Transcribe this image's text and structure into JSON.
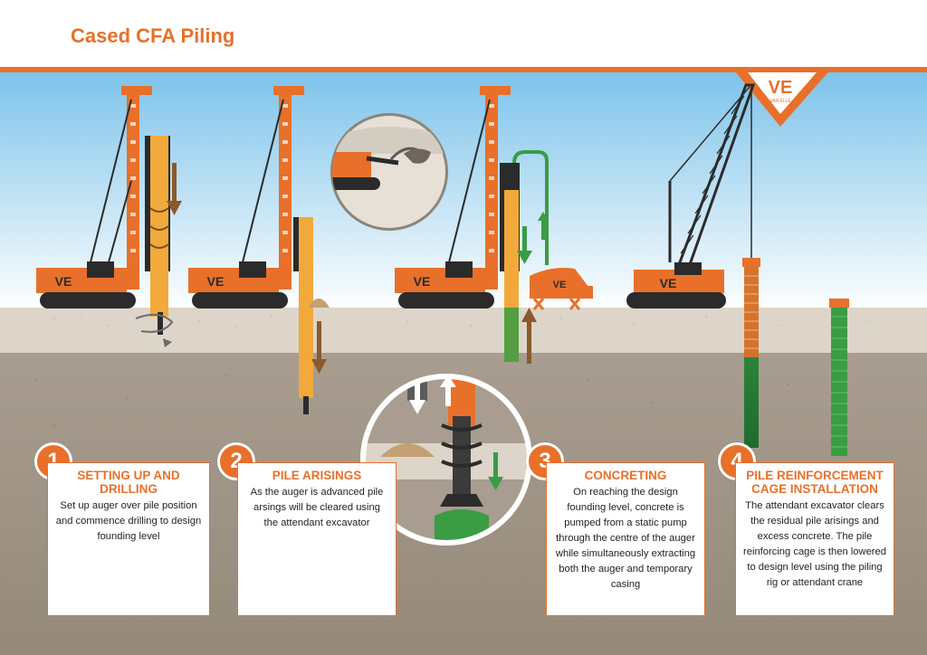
{
  "header": {
    "title": "Cased CFA Piling",
    "logo_text": "VAN ELLE"
  },
  "colors": {
    "brand_orange": "#e8702a",
    "sky_top": "#7cc3ea",
    "sky_bottom": "#ffffff",
    "ground_light": "#dcd3c7",
    "ground_dark": "#a5998b",
    "concrete_green": "#3a9c43",
    "arrow_brown": "#8a5a2b",
    "machine_dark": "#2b2b2b"
  },
  "icons": {
    "downward_arrow": "arrow-down-icon",
    "upward_arrow": "arrow-up-icon",
    "rotation": "rotation-icon",
    "brand_logo": "van-elle-logo"
  },
  "steps": [
    {
      "number": "1",
      "title": "SETTING UP AND DRILLING",
      "text": "Set up auger over pile position and commence drilling to design founding level"
    },
    {
      "number": "2",
      "title": "PILE ARISINGS",
      "text": "As the auger is advanced pile arsings will be cleared using the attendant excavator"
    },
    {
      "number": "3",
      "title": "CONCRETING",
      "text": "On reaching the design founding level, concrete is pumped from a static pump through the centre of the auger while simultaneously extracting both the auger and temporary casing"
    },
    {
      "number": "4",
      "title": "PILE REINFORCEMENT CAGE INSTALLATION",
      "text": "The attendant excavator clears the residual pile arisings and excess concrete.  The pile reinforcing cage is then lowered to design level using the piling rig or attendant crane"
    }
  ]
}
